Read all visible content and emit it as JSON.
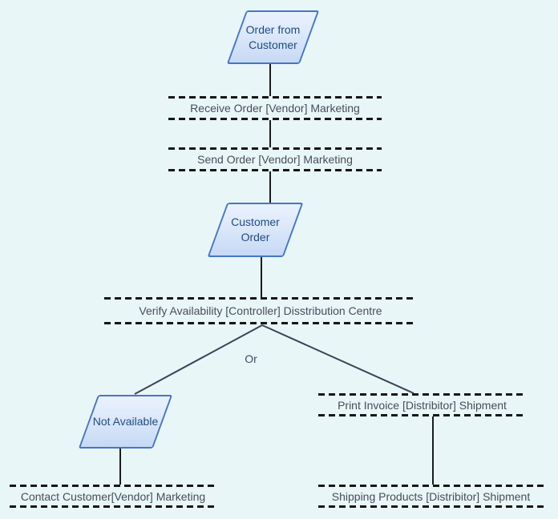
{
  "diagram": {
    "type": "epc-flowchart",
    "or_label": "Or"
  },
  "colors": {
    "background": "#e9f6f8",
    "shape_border": "#4575c5",
    "shape_fill_top": "#eaf2fd",
    "shape_fill_bottom": "#c6d9f4",
    "shape_text": "#1d4b85",
    "dashed_line": "#161616",
    "function_text": "#474c59",
    "branch_line": "#3c4356"
  },
  "events": {
    "order_from_customer": {
      "label": "Order from Customer"
    },
    "customer_order": {
      "label": "Customer Order"
    },
    "not_available": {
      "label": "Not Available"
    }
  },
  "functions": {
    "receive_order": {
      "label": "Receive Order [Vendor] Marketing"
    },
    "send_order": {
      "label": "Send Order [Vendor] Marketing"
    },
    "verify_availability": {
      "label": "Verify Availability [Controller] Disstribution Centre"
    },
    "print_invoice": {
      "label": "Print Invoice [Distribitor] Shipment"
    },
    "contact_customer": {
      "label": "Contact Customer[Vendor] Marketing"
    },
    "shipping_products": {
      "label": "Shipping Products [Distribitor] Shipment"
    }
  }
}
